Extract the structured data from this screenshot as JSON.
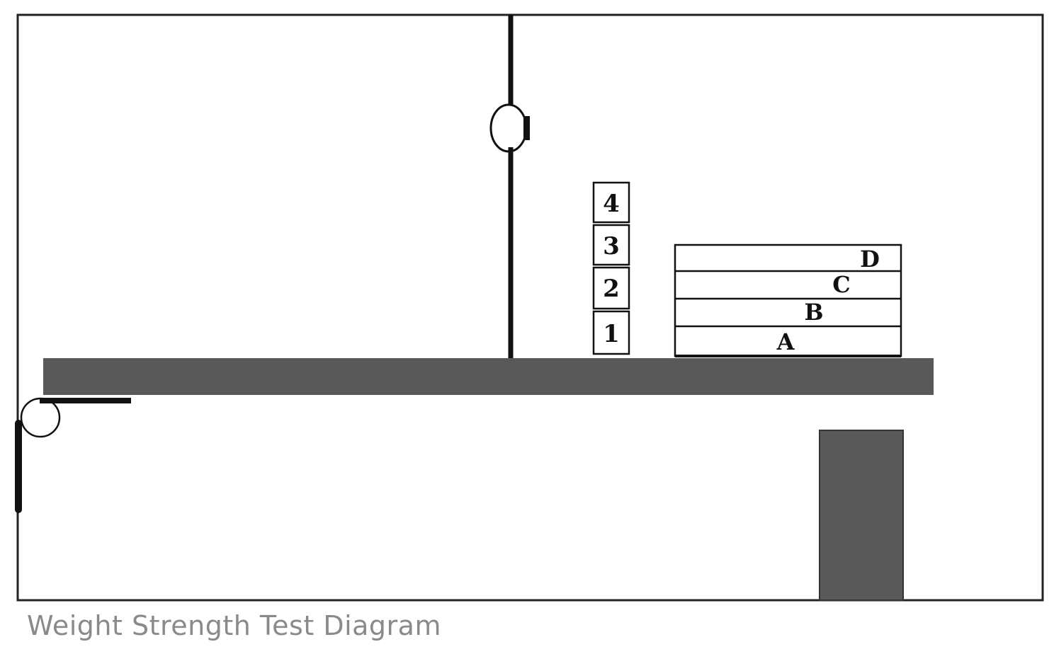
{
  "colors": {
    "frame": "#222222",
    "beam": "#595959",
    "support": "#595959",
    "line": "#111111",
    "caption": "#8a8a8a",
    "background": "#ffffff"
  },
  "caption": "Weight Strength Test Diagram",
  "weights": [
    {
      "label": "1"
    },
    {
      "label": "2"
    },
    {
      "label": "3"
    },
    {
      "label": "4"
    }
  ],
  "layers": [
    {
      "label": "A"
    },
    {
      "label": "B"
    },
    {
      "label": "C"
    },
    {
      "label": "D"
    }
  ]
}
